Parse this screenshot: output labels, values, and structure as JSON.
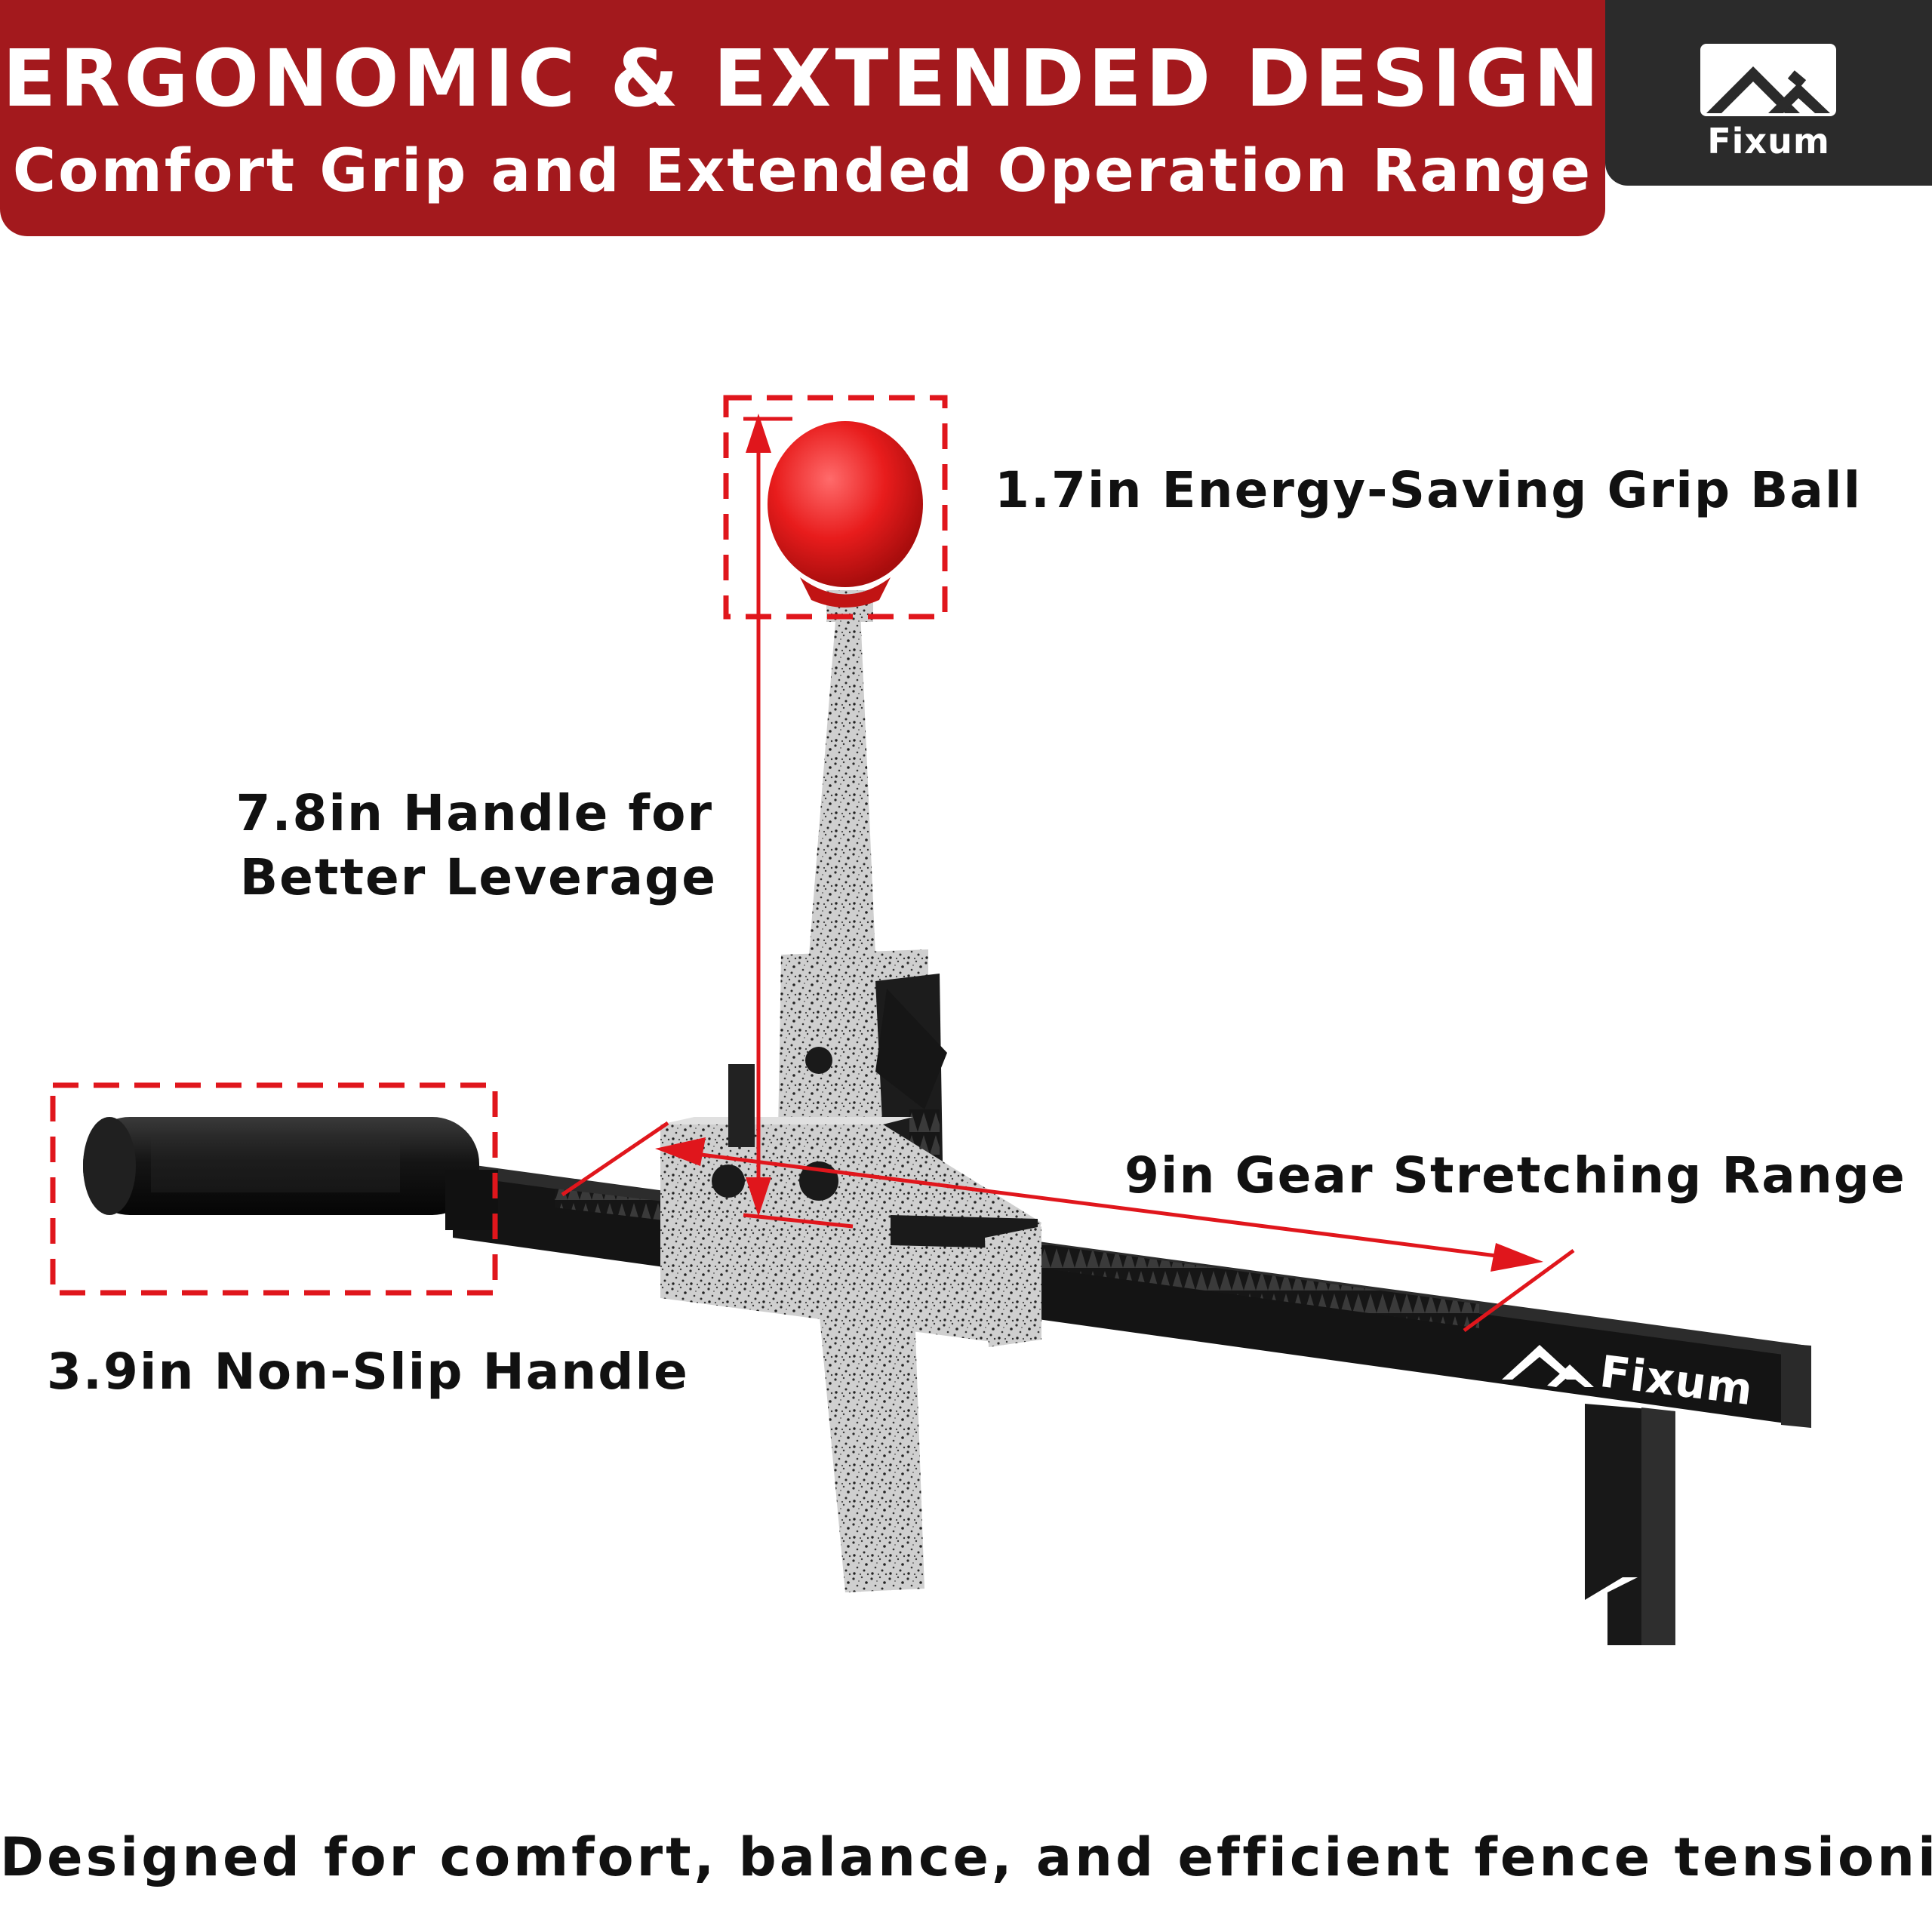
{
  "header": {
    "title": "ERGONOMIC & EXTENDED DESIGN",
    "subtitle": "Comfort Grip and Extended Operation Range"
  },
  "brand": {
    "name": "Fixum",
    "bar_label": "Fixum",
    "logo_icon": "house-roof-logo-icon"
  },
  "callouts": {
    "grip_ball": "1.7in Energy-Saving Grip Ball",
    "handle_line1": "7.8in Handle for",
    "handle_line2": "Better Leverage",
    "gear_range": "9in Gear Stretching Range",
    "non_slip": "3.9in Non-Slip Handle"
  },
  "footer": {
    "tagline": "Designed for comfort, balance, and efficient fence tensioning"
  },
  "colors": {
    "banner_red": "#a3191d",
    "brand_dark": "#2b2b2b",
    "annotation_red": "#e0161c",
    "grip_ball": "#e81c1c"
  }
}
